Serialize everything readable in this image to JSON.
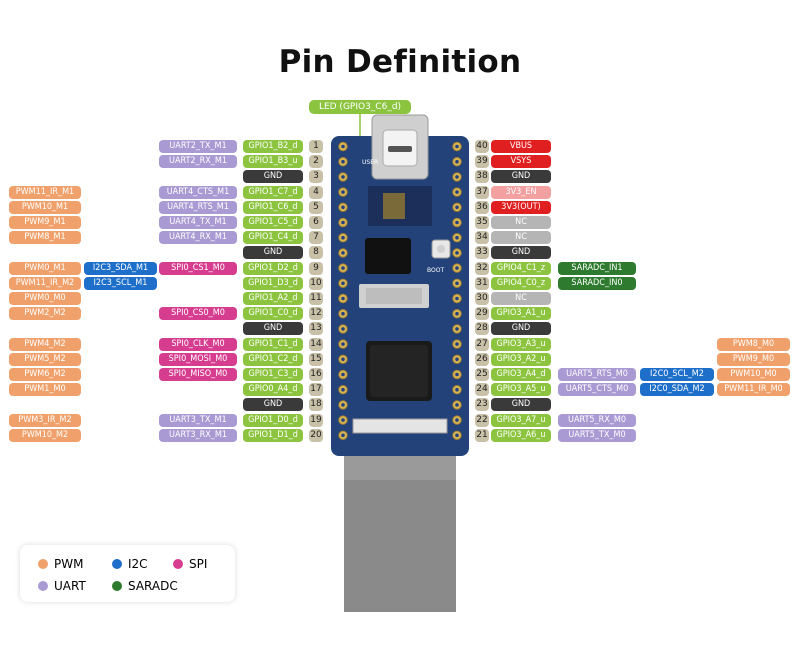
{
  "title": "Pin Definition",
  "led_label": "LED (GPIO3_C6_d)",
  "board_labels": {
    "user": "USER",
    "boot": "BOOT"
  },
  "colors": {
    "PWM": "#f0a06a",
    "I2C": "#1e6fc9",
    "SPI": "#d63d8f",
    "UART": "#a99ad3",
    "SARADC": "#2e7a2e",
    "GPIO": "#8cc43f",
    "GND": "#3a3a3a",
    "POWER": "#e02020",
    "NC": "#b5b5b5",
    "EN": "#f2a0a0",
    "NUM": "#c9c0a8",
    "BOARD": "#23427a"
  },
  "legend": [
    {
      "label": "PWM",
      "color": "#f0a06a"
    },
    {
      "label": "I2C",
      "color": "#1e6fc9"
    },
    {
      "label": "SPI",
      "color": "#d63d8f"
    },
    {
      "label": "UART",
      "color": "#a99ad3"
    },
    {
      "label": "SARADC",
      "color": "#2e7a2e"
    }
  ],
  "left_pins": [
    {
      "num": "1",
      "labels": [
        {
          "t": "GPIO1_B2_d",
          "c": "GPIO"
        },
        {
          "t": "UART2_TX_M1",
          "c": "UART"
        }
      ]
    },
    {
      "num": "2",
      "labels": [
        {
          "t": "GPIO1_B3_u",
          "c": "GPIO"
        },
        {
          "t": "UART2_RX_M1",
          "c": "UART"
        }
      ]
    },
    {
      "num": "3",
      "labels": [
        {
          "t": "GND",
          "c": "GND"
        }
      ]
    },
    {
      "num": "4",
      "labels": [
        {
          "t": "GPIO1_C7_d",
          "c": "GPIO"
        },
        {
          "t": "UART4_CTS_M1",
          "c": "UART"
        },
        {
          "t": "",
          "c": "EMPTY"
        },
        {
          "t": "PWM11_IR_M1",
          "c": "PWM"
        }
      ]
    },
    {
      "num": "5",
      "labels": [
        {
          "t": "GPIO1_C6_d",
          "c": "GPIO"
        },
        {
          "t": "UART4_RTS_M1",
          "c": "UART"
        },
        {
          "t": "",
          "c": "EMPTY"
        },
        {
          "t": "PWM10_M1",
          "c": "PWM"
        }
      ]
    },
    {
      "num": "6",
      "labels": [
        {
          "t": "GPIO1_C5_d",
          "c": "GPIO"
        },
        {
          "t": "UART4_TX_M1",
          "c": "UART"
        },
        {
          "t": "",
          "c": "EMPTY"
        },
        {
          "t": "PWM9_M1",
          "c": "PWM"
        }
      ]
    },
    {
      "num": "7",
      "labels": [
        {
          "t": "GPIO1_C4_d",
          "c": "GPIO"
        },
        {
          "t": "UART4_RX_M1",
          "c": "UART"
        },
        {
          "t": "",
          "c": "EMPTY"
        },
        {
          "t": "PWM8_M1",
          "c": "PWM"
        }
      ]
    },
    {
      "num": "8",
      "labels": [
        {
          "t": "GND",
          "c": "GND"
        }
      ]
    },
    {
      "num": "9",
      "labels": [
        {
          "t": "GPIO1_D2_d",
          "c": "GPIO"
        },
        {
          "t": "SPI0_CS1_M0",
          "c": "SPI"
        },
        {
          "t": "I2C3_SDA_M1",
          "c": "I2C"
        },
        {
          "t": "PWM0_M1",
          "c": "PWM"
        }
      ]
    },
    {
      "num": "10",
      "labels": [
        {
          "t": "GPIO1_D3_d",
          "c": "GPIO"
        },
        {
          "t": "",
          "c": "EMPTY"
        },
        {
          "t": "I2C3_SCL_M1",
          "c": "I2C"
        },
        {
          "t": "PWM11_IR_M2",
          "c": "PWM"
        }
      ]
    },
    {
      "num": "11",
      "labels": [
        {
          "t": "GPIO1_A2_d",
          "c": "GPIO"
        },
        {
          "t": "",
          "c": "EMPTY"
        },
        {
          "t": "",
          "c": "EMPTY"
        },
        {
          "t": "PWM0_M0",
          "c": "PWM"
        }
      ]
    },
    {
      "num": "12",
      "labels": [
        {
          "t": "GPIO1_C0_d",
          "c": "GPIO"
        },
        {
          "t": "SPI0_CS0_M0",
          "c": "SPI"
        },
        {
          "t": "",
          "c": "EMPTY"
        },
        {
          "t": "PWM2_M2",
          "c": "PWM"
        }
      ]
    },
    {
      "num": "13",
      "labels": [
        {
          "t": "GND",
          "c": "GND"
        }
      ]
    },
    {
      "num": "14",
      "labels": [
        {
          "t": "GPIO1_C1_d",
          "c": "GPIO"
        },
        {
          "t": "SPI0_CLK_M0",
          "c": "SPI"
        },
        {
          "t": "",
          "c": "EMPTY"
        },
        {
          "t": "PWM4_M2",
          "c": "PWM"
        }
      ]
    },
    {
      "num": "15",
      "labels": [
        {
          "t": "GPIO1_C2_d",
          "c": "GPIO"
        },
        {
          "t": "SPI0_MOSI_M0",
          "c": "SPI"
        },
        {
          "t": "",
          "c": "EMPTY"
        },
        {
          "t": "PWM5_M2",
          "c": "PWM"
        }
      ]
    },
    {
      "num": "16",
      "labels": [
        {
          "t": "GPIO1_C3_d",
          "c": "GPIO"
        },
        {
          "t": "SPI0_MISO_M0",
          "c": "SPI"
        },
        {
          "t": "",
          "c": "EMPTY"
        },
        {
          "t": "PWM6_M2",
          "c": "PWM"
        }
      ]
    },
    {
      "num": "17",
      "labels": [
        {
          "t": "GPIO0_A4_d",
          "c": "GPIO"
        },
        {
          "t": "",
          "c": "EMPTY"
        },
        {
          "t": "",
          "c": "EMPTY"
        },
        {
          "t": "PWM1_M0",
          "c": "PWM"
        }
      ]
    },
    {
      "num": "18",
      "labels": [
        {
          "t": "GND",
          "c": "GND"
        }
      ]
    },
    {
      "num": "19",
      "labels": [
        {
          "t": "GPIO1_D0_d",
          "c": "GPIO"
        },
        {
          "t": "UART3_TX_M1",
          "c": "UART"
        },
        {
          "t": "",
          "c": "EMPTY"
        },
        {
          "t": "PWM3_IR_M2",
          "c": "PWM"
        }
      ]
    },
    {
      "num": "20",
      "labels": [
        {
          "t": "GPIO1_D1_d",
          "c": "GPIO"
        },
        {
          "t": "UART3_RX_M1",
          "c": "UART"
        },
        {
          "t": "",
          "c": "EMPTY"
        },
        {
          "t": "PWM10_M2",
          "c": "PWM"
        }
      ]
    }
  ],
  "right_pins": [
    {
      "num": "40",
      "labels": [
        {
          "t": "VBUS",
          "c": "POWER"
        }
      ]
    },
    {
      "num": "39",
      "labels": [
        {
          "t": "VSYS",
          "c": "POWER"
        }
      ]
    },
    {
      "num": "38",
      "labels": [
        {
          "t": "GND",
          "c": "GND"
        }
      ]
    },
    {
      "num": "37",
      "labels": [
        {
          "t": "3V3_EN",
          "c": "EN"
        }
      ]
    },
    {
      "num": "36",
      "labels": [
        {
          "t": "3V3(OUT)",
          "c": "POWER"
        }
      ]
    },
    {
      "num": "35",
      "labels": [
        {
          "t": "NC",
          "c": "NC"
        }
      ]
    },
    {
      "num": "34",
      "labels": [
        {
          "t": "NC",
          "c": "NC"
        }
      ]
    },
    {
      "num": "33",
      "labels": [
        {
          "t": "GND",
          "c": "GND"
        }
      ]
    },
    {
      "num": "32",
      "labels": [
        {
          "t": "GPIO4_C1_z",
          "c": "GPIO"
        },
        {
          "t": "SARADC_IN1",
          "c": "SARADC"
        }
      ]
    },
    {
      "num": "31",
      "labels": [
        {
          "t": "GPIO4_C0_z",
          "c": "GPIO"
        },
        {
          "t": "SARADC_IN0",
          "c": "SARADC"
        }
      ]
    },
    {
      "num": "30",
      "labels": [
        {
          "t": "NC",
          "c": "NC"
        }
      ]
    },
    {
      "num": "29",
      "labels": [
        {
          "t": "GPIO3_A1_u",
          "c": "GPIO"
        }
      ]
    },
    {
      "num": "28",
      "labels": [
        {
          "t": "GND",
          "c": "GND"
        }
      ]
    },
    {
      "num": "27",
      "labels": [
        {
          "t": "GPIO3_A3_u",
          "c": "GPIO"
        },
        {
          "t": "",
          "c": "EMPTY"
        },
        {
          "t": "",
          "c": "EMPTY"
        },
        {
          "t": "PWM8_M0",
          "c": "PWM"
        }
      ]
    },
    {
      "num": "26",
      "labels": [
        {
          "t": "GPIO3_A2_u",
          "c": "GPIO"
        },
        {
          "t": "",
          "c": "EMPTY"
        },
        {
          "t": "",
          "c": "EMPTY"
        },
        {
          "t": "PWM9_M0",
          "c": "PWM"
        }
      ]
    },
    {
      "num": "25",
      "labels": [
        {
          "t": "GPIO3_A4_d",
          "c": "GPIO"
        },
        {
          "t": "UART5_RTS_M0",
          "c": "UART"
        },
        {
          "t": "I2C0_SCL_M2",
          "c": "I2C"
        },
        {
          "t": "PWM10_M0",
          "c": "PWM"
        }
      ]
    },
    {
      "num": "24",
      "labels": [
        {
          "t": "GPIO3_A5_u",
          "c": "GPIO"
        },
        {
          "t": "UART5_CTS_M0",
          "c": "UART"
        },
        {
          "t": "I2C0_SDA_M2",
          "c": "I2C"
        },
        {
          "t": "PWM11_IR_M0",
          "c": "PWM"
        }
      ]
    },
    {
      "num": "23",
      "labels": [
        {
          "t": "GND",
          "c": "GND"
        }
      ]
    },
    {
      "num": "22",
      "labels": [
        {
          "t": "GPIO3_A7_u",
          "c": "GPIO"
        },
        {
          "t": "UART5_RX_M0",
          "c": "UART"
        }
      ]
    },
    {
      "num": "21",
      "labels": [
        {
          "t": "GPIO3_A6_u",
          "c": "GPIO"
        },
        {
          "t": "UART5_TX_M0",
          "c": "UART"
        }
      ]
    }
  ]
}
